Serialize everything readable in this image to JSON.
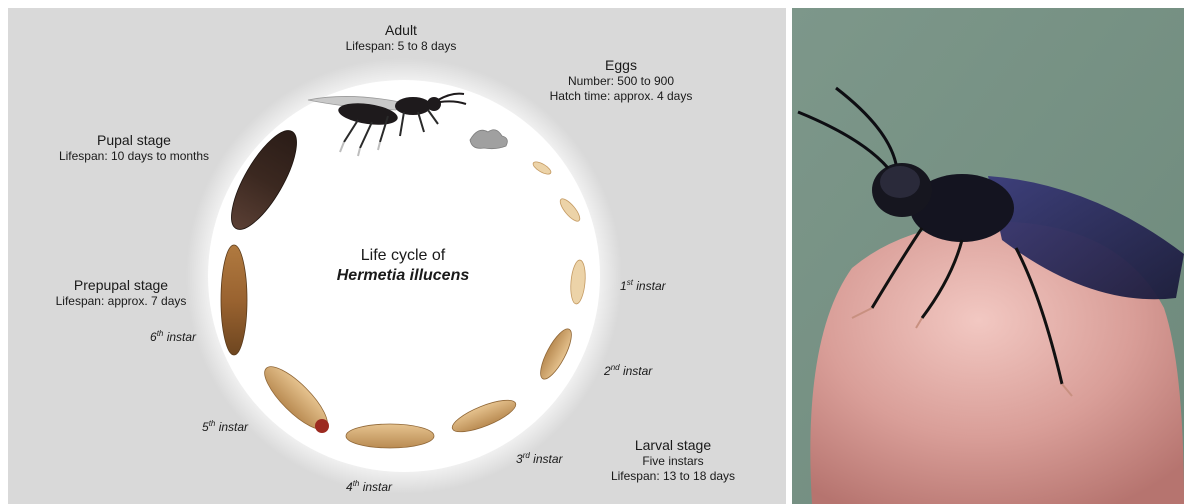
{
  "diagram": {
    "center_title": "Life cycle of",
    "center_species": "Hermetia illucens",
    "adult": {
      "title": "Adult",
      "detail": "Lifespan: 5 to 8 days"
    },
    "eggs": {
      "title": "Eggs",
      "detail1": "Number: 500 to 900",
      "detail2": "Hatch time: approx. 4 days"
    },
    "pupal": {
      "title": "Pupal stage",
      "detail": "Lifespan: 10 days to months"
    },
    "prepupal": {
      "title": "Prepupal stage",
      "detail": "Lifespan: approx. 7 days"
    },
    "larval": {
      "title": "Larval stage",
      "detail1": "Five instars",
      "detail2": "Lifespan: 13 to 18 days"
    },
    "instars": [
      {
        "num": "1",
        "sup": "st",
        "word": "instar"
      },
      {
        "num": "2",
        "sup": "nd",
        "word": "instar"
      },
      {
        "num": "3",
        "sup": "rd",
        "word": "instar"
      },
      {
        "num": "4",
        "sup": "th",
        "word": "instar"
      },
      {
        "num": "5",
        "sup": "th",
        "word": "instar"
      },
      {
        "num": "6",
        "sup": "th",
        "word": "instar"
      }
    ]
  },
  "colors": {
    "panel_bg": "#d9d9d9",
    "circle": "#ffffff",
    "fly_body": "#1e1a1c",
    "pupa": "#3d2a24",
    "prepupa": "#8a5a2b",
    "larva": "#d7ae78",
    "egg_cluster": "#9a9a9a",
    "photo_bg": "#7f9a86",
    "finger": "#d99e98"
  }
}
